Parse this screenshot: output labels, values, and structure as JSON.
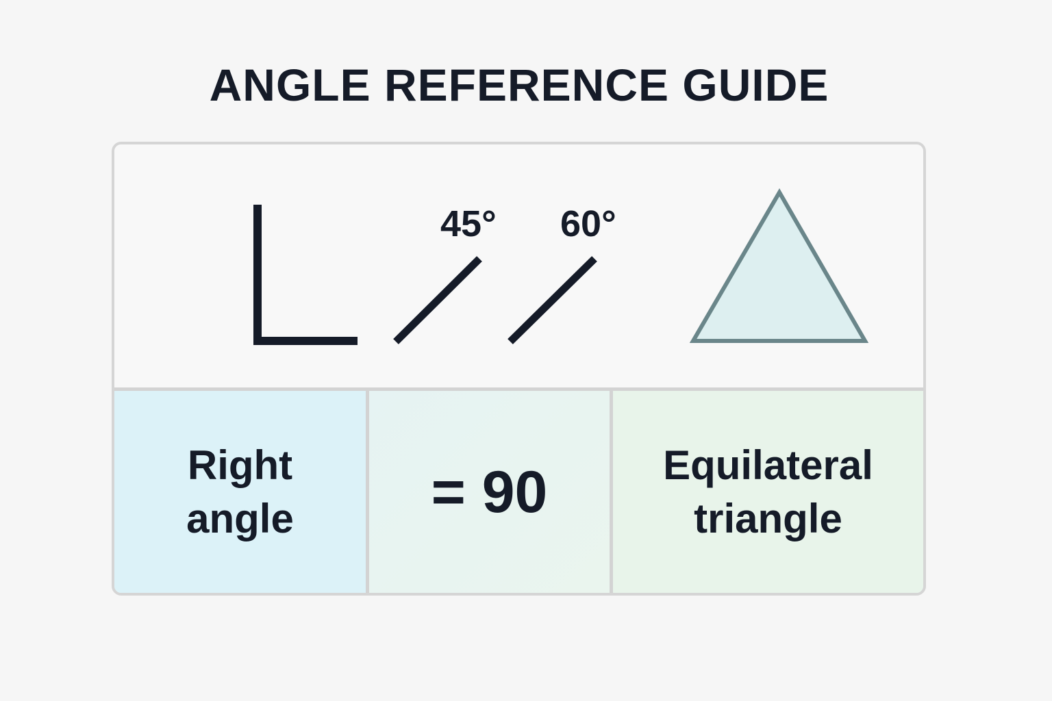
{
  "title": "ANGLE REFERENCE GUIDE",
  "figures": {
    "right_angle": {
      "icon": "right-angle-icon"
    },
    "angle_45": {
      "label": "45°",
      "icon": "line-45-icon"
    },
    "angle_60": {
      "label": "60°",
      "icon": "line-60-icon"
    },
    "triangle": {
      "icon": "equilateral-triangle-icon",
      "fill": "#ddeff0",
      "stroke": "#6a868a"
    }
  },
  "cells": [
    {
      "line1": "Right",
      "line2": "angle",
      "background": "#dcf2f8"
    },
    {
      "text": "= 90",
      "background": "#e8f4f0"
    },
    {
      "line1": "Equilateral",
      "line2": "triangle",
      "background": "#e8f4ea"
    }
  ],
  "colors": {
    "ink": "#151b28",
    "border": "#d5d5d5",
    "page_background": "#f6f6f6"
  }
}
